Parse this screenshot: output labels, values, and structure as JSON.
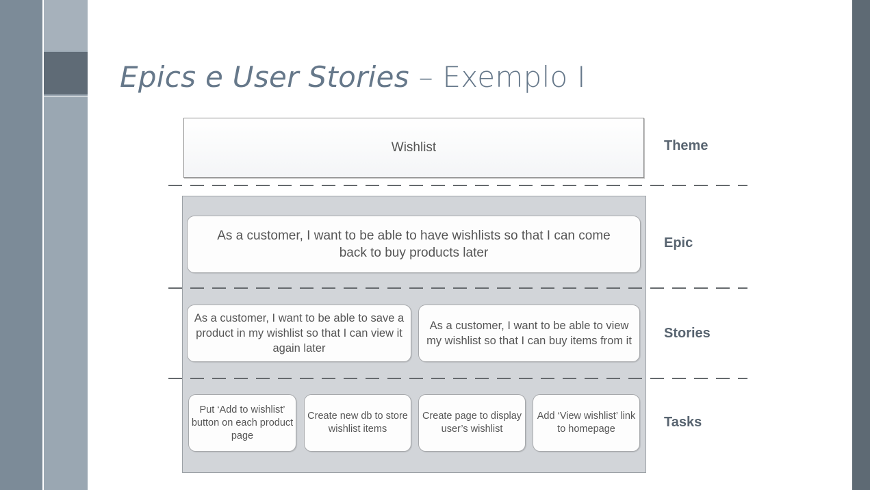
{
  "slide": {
    "title_italic": "Epics e User Stories",
    "title_rest": " – Exemplo I"
  },
  "diagram": {
    "theme": "Wishlist",
    "epic": "As a customer, I want to be able to have wishlists so that I can come back to buy products later",
    "stories": [
      "As a customer, I want to be able to save a product in my wishlist so that I can view it again later",
      "As a customer, I want to be able to view my wishlist so that I can buy items from it"
    ],
    "tasks": [
      "Put ‘Add to wishlist’ button on each product page",
      "Create new db to store wishlist items",
      "Create page to display user’s wishlist",
      "Add ‘View wishlist’ link to homepage"
    ],
    "levels": {
      "theme": "Theme",
      "epic": "Epic",
      "stories": "Stories",
      "tasks": "Tasks"
    }
  }
}
